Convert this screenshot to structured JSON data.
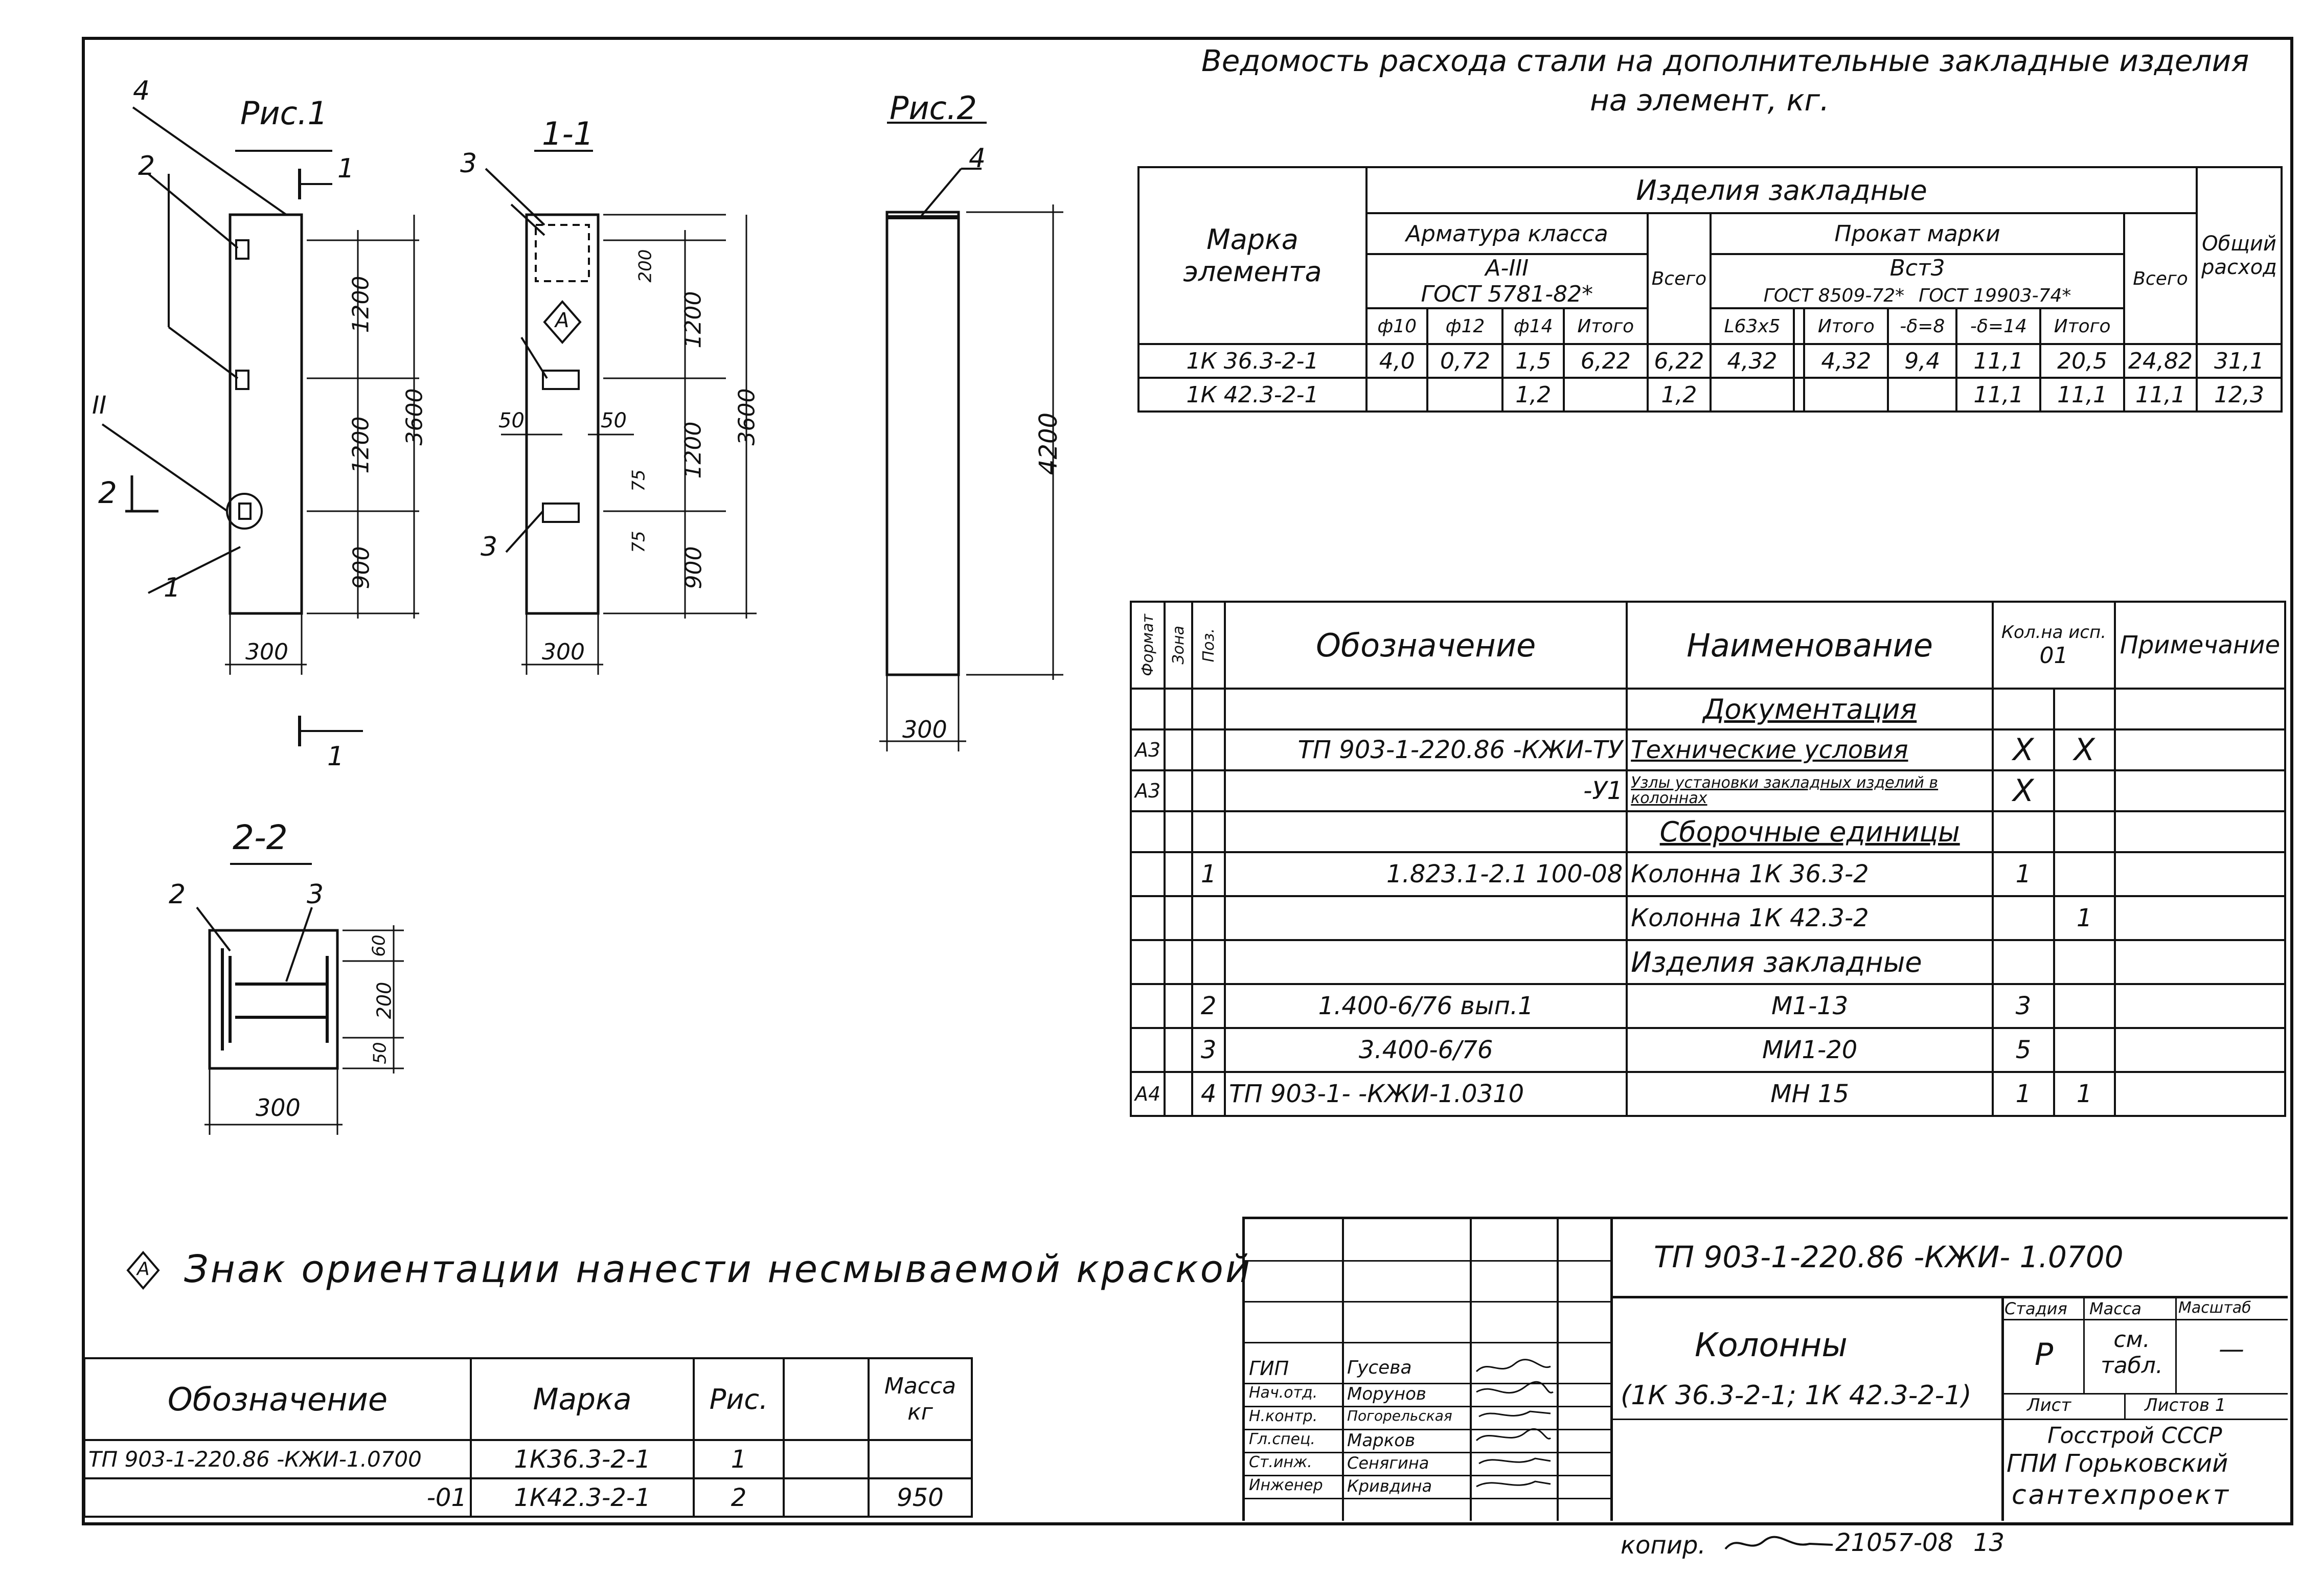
{
  "sheet": {
    "steel_statement_title_1": "Ведомость расхода стали на дополнительные закладные изделия",
    "steel_statement_title_2": "на элемент, кг.",
    "orientation_note": "Знак ориентации нанести несмываемой краской",
    "copy_note": "копир.",
    "copy_number": "21057-08",
    "sheet_number": "13"
  },
  "figures": {
    "fig1_title": "Рис.1",
    "fig2_title": "Рис.2",
    "section_11_title": "1-1",
    "section_22_title": "2-2",
    "labels": {
      "one": "1",
      "two": "2",
      "three": "3",
      "four": "4",
      "II": "II"
    },
    "dims": {
      "d1200": "1200",
      "d900": "900",
      "d3600": "3600",
      "d300": "300",
      "d4200": "4200",
      "d200": "200",
      "d50": "50",
      "d75": "75",
      "d60": "60"
    },
    "orient_mark": "А"
  },
  "steel_table": {
    "col_mark": "Марка элемента",
    "group_title": "Изделия закладные",
    "rebar_class": "Арматура класса",
    "rebar_grade": "А-III",
    "rebar_gost": "ГОСТ 5781-82*",
    "rolled_title": "Прокат марки",
    "rolled_grade": "Вст3",
    "gost_8509": "ГОСТ 8509-72*",
    "gost_19903": "ГОСТ 19903-74*",
    "total": "Всего",
    "overall": "Общий расход",
    "sub_headers": [
      "ф10",
      "ф12",
      "ф14",
      "Итого",
      "L63x5",
      "",
      "Итого",
      "-δ=8",
      "-δ=14",
      "Итого"
    ],
    "rows": [
      {
        "mark": "1К 36.3-2-1",
        "cells": [
          "4,0",
          "0,72",
          "1,5",
          "6,22",
          "6,22",
          "4,32",
          "",
          "4,32",
          "9,4",
          "11,1",
          "20,5",
          "24,82",
          "31,1"
        ]
      },
      {
        "mark": "1К 42.3-2-1",
        "cells": [
          "",
          "",
          "1,2",
          "",
          "1,2",
          "",
          "",
          "",
          "",
          "11,1",
          "11,1",
          "11,1",
          "12,3"
        ]
      }
    ]
  },
  "spec_table": {
    "headers": {
      "format": "Формат",
      "zone": "Зона",
      "pos": "Поз.",
      "designation": "Обозначение",
      "name": "Наименование",
      "qty": "Кол.на исп.",
      "qty_sub": "01",
      "note": "Примечание"
    },
    "rows": [
      {
        "format": "",
        "pos": "",
        "designation": "",
        "name": "Документация",
        "q1": "",
        "q2": "",
        "section": true
      },
      {
        "format": "А3",
        "pos": "",
        "designation": "ТП 903-1-220.86 -КЖИ-ТУ",
        "name": "Технические условия",
        "q1": "X",
        "q2": "X"
      },
      {
        "format": "А3",
        "pos": "",
        "designation": "-У1",
        "name": "Узлы установки закладных изделий в колоннах",
        "q1": "X",
        "q2": ""
      },
      {
        "format": "",
        "pos": "",
        "designation": "",
        "name": "Сборочные единицы",
        "q1": "",
        "q2": "",
        "section": true
      },
      {
        "format": "",
        "pos": "1",
        "designation": "1.823.1-2.1   100-08",
        "name": "Колонна 1К 36.3-2",
        "q1": "1",
        "q2": ""
      },
      {
        "format": "",
        "pos": "",
        "designation": "",
        "name": "Колонна 1К 42.3-2",
        "q1": "",
        "q2": "1"
      },
      {
        "format": "",
        "pos": "",
        "designation": "",
        "name": "Изделия закладные",
        "q1": "",
        "q2": ""
      },
      {
        "format": "",
        "pos": "2",
        "designation": "1.400-6/76 вып.1",
        "name": "М1-13",
        "q1": "3",
        "q2": ""
      },
      {
        "format": "",
        "pos": "3",
        "designation": "3.400-6/76",
        "name": "МИ1-20",
        "q1": "5",
        "q2": ""
      },
      {
        "format": "А4",
        "pos": "4",
        "designation": "ТП 903-1-     -КЖИ-1.0310",
        "name": "МН 15",
        "q1": "1",
        "q2": "1"
      }
    ]
  },
  "mass_table": {
    "headers": {
      "designation": "Обозначение",
      "mark": "Марка",
      "fig": "Рис.",
      "mass": "Масса кг"
    },
    "rows": [
      {
        "designation": "ТП 903-1-220.86 -КЖИ-1.0700",
        "mark": "1К36.3-2-1",
        "fig": "1",
        "mass": ""
      },
      {
        "designation": "-01",
        "mark": "1К42.3-2-1",
        "fig": "2",
        "mass": "950"
      }
    ]
  },
  "title_block": {
    "doc_code": "ТП 903-1-220.86 -КЖИ- 1.0700",
    "title_1": "Колонны",
    "title_2": "(1К 36.3-2-1; 1К 42.3-2-1)",
    "stage_h": "Стадия",
    "mass_h": "Масса",
    "scale_h": "Масштаб",
    "stage": "Р",
    "mass": "см. табл.",
    "scale": "—",
    "sheet_h": "Лист",
    "sheets_h": "Листов 1",
    "org_1": "Госстрой СССР",
    "org_2": "ГПИ Горьковский",
    "org_3": "сантехпроект",
    "people": [
      {
        "role": "ГИП",
        "name": "Гусева"
      },
      {
        "role": "Нач.отд.",
        "name": "Морунов"
      },
      {
        "role": "Н.контр.",
        "name": "Погорельская"
      },
      {
        "role": "Гл.спец.",
        "name": "Марков"
      },
      {
        "role": "Ст.инж.",
        "name": "Сенягина"
      },
      {
        "role": "Инженер",
        "name": "Кривдина"
      }
    ]
  }
}
